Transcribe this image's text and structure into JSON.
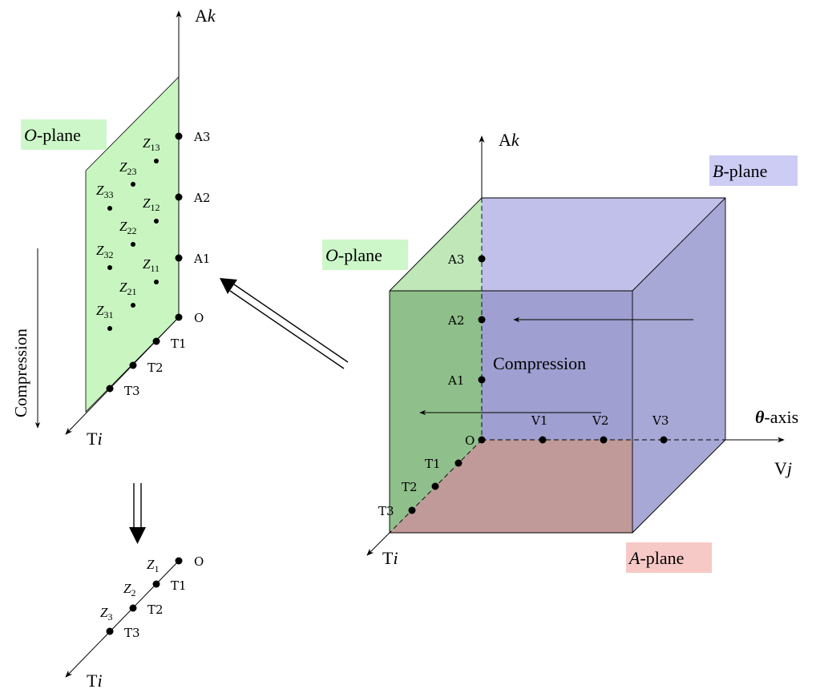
{
  "colors": {
    "o_plane": "#c8f5c0",
    "o_plane_cube": "#8fbf8a",
    "b_plane": "#b8b8e6",
    "a_plane": "#d9a9a6",
    "label_green": "#cdf7c9",
    "label_blue": "#ccccf5",
    "label_red": "#f7c9c6"
  },
  "left": {
    "axis_top_prefix": "A",
    "axis_top_var": "k",
    "axis_bottom_prefix": "T",
    "axis_bottom_var": "i",
    "plane_label_var": "O",
    "plane_label_rest": "-plane",
    "compression_label": "Compression",
    "a_points": [
      "A3",
      "A2",
      "A1",
      "O"
    ],
    "t_points": [
      "T1",
      "T2",
      "T3"
    ],
    "z_labels": {
      "z13": "13",
      "z23": "23",
      "z33": "33",
      "z12": "12",
      "z22": "22",
      "z32": "32",
      "z11": "11",
      "z21": "21",
      "z31": "31"
    }
  },
  "bottom": {
    "o_label": "O",
    "t_points": [
      "T1",
      "T2",
      "T3"
    ],
    "z_labels": [
      "1",
      "2",
      "3"
    ],
    "axis_prefix": "T",
    "axis_var": "i"
  },
  "cube": {
    "axis_top_prefix": "A",
    "axis_top_var": "k",
    "axis_right_prefix": "V",
    "axis_right_var": "j",
    "axis_bottom_prefix": "T",
    "axis_bottom_var": "i",
    "theta_symbol": "θ",
    "theta_rest": "-axis",
    "o_plane_var": "O",
    "o_plane_rest": "-plane",
    "b_plane_var": "B",
    "b_plane_rest": "-plane",
    "a_plane_var": "A",
    "a_plane_rest": "-plane",
    "compression_label": "Compression",
    "a_points": [
      "A3",
      "A2",
      "A1",
      "O"
    ],
    "v_points": [
      "V1",
      "V2",
      "V3"
    ],
    "t_points": [
      "T1",
      "T2",
      "T3"
    ]
  }
}
